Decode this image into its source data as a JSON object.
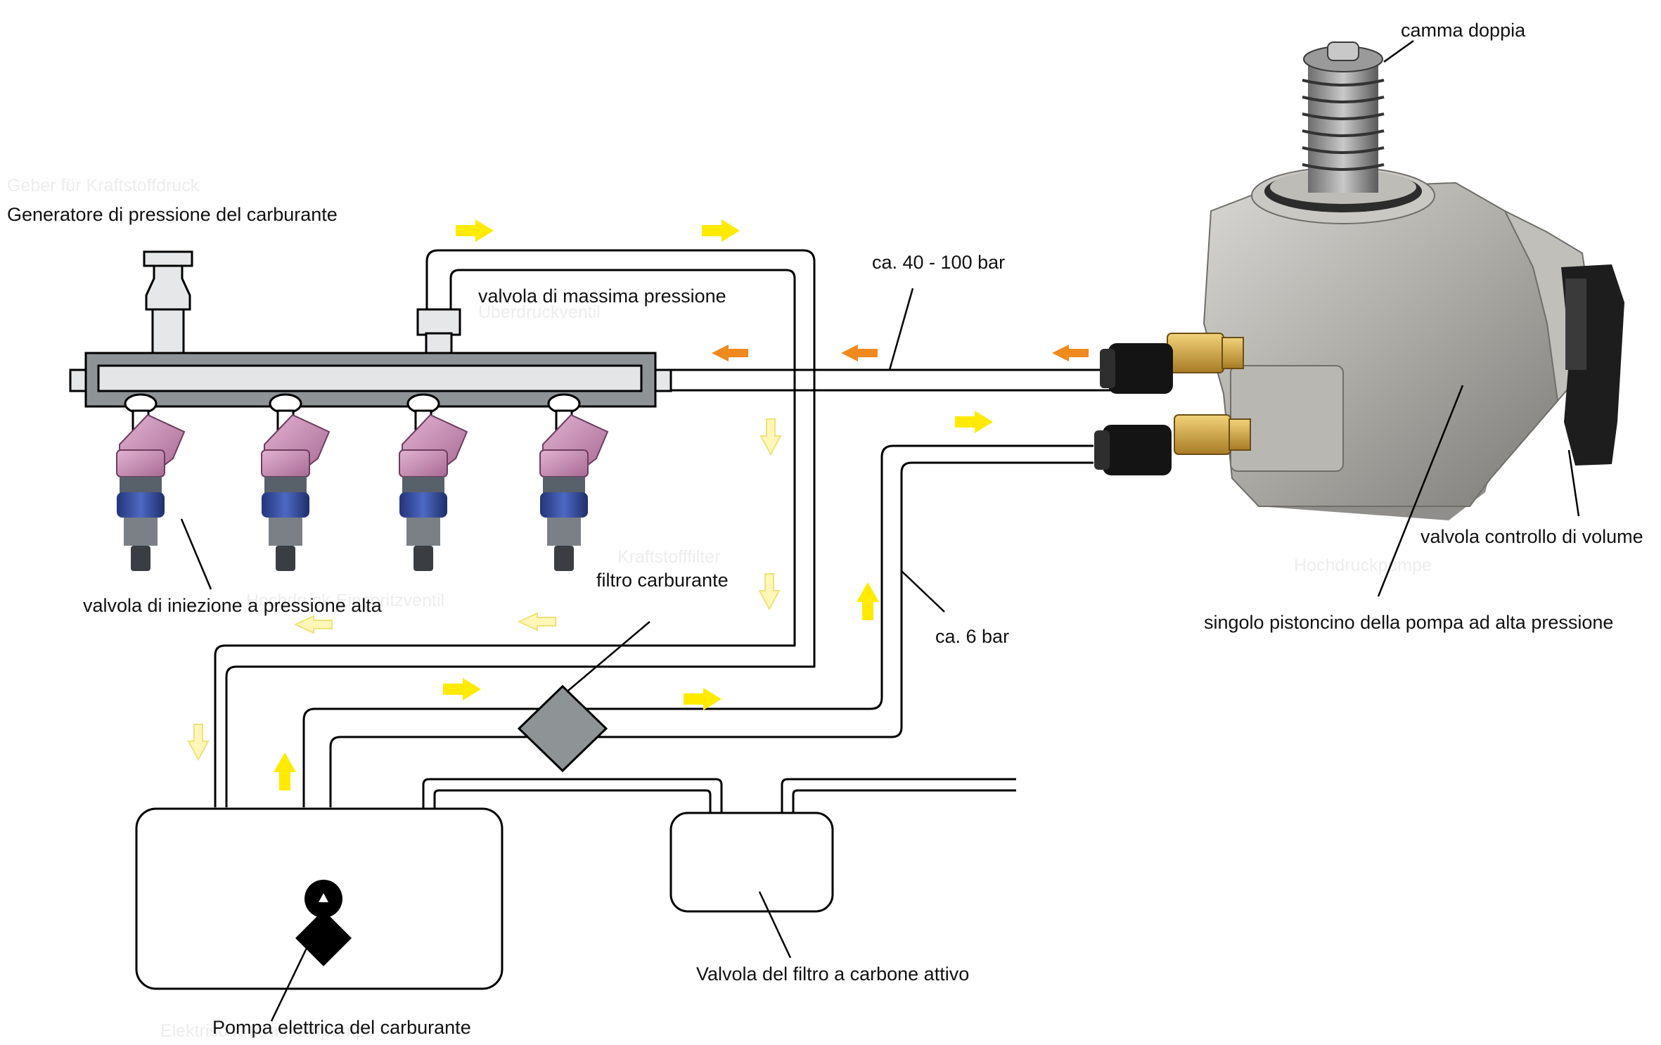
{
  "labels": {
    "fuel_pressure_sender": "Generatore di pressione del carburante",
    "pressure_relief_valve": "valvola di massima pressione",
    "high_pressure_range": "ca. 40 - 100 bar",
    "double_cam": "camma doppia",
    "volume_control_valve": "valvola controllo di volume",
    "single_piston_pump": "singolo pistoncino della pompa ad alta pressione",
    "injector": "valvola di iniezione a pressione alta",
    "fuel_filter": "filtro carburante",
    "low_pressure": "ca. 6 bar",
    "carbon_filter_valve": "Valvola del filtro a carbone attivo",
    "electric_fuel_pump": "Pompa elettrica del carburante"
  },
  "ghost_labels": {
    "sender_de": "Geber für Kraftstoffdruck",
    "relief_de": "Überdruckventil",
    "filter_de": "Kraftstofffilter",
    "pump_de": "Hochdruckpumpe",
    "injector_de": "Hochdruck-Einspritzventil",
    "electric_pump_de": "Elektrische Kraftstoffpumpe"
  },
  "colors": {
    "rail": "#8e9396",
    "rail_inner": "#e3e5e7",
    "injector_top": "#c98fb6",
    "injector_body": "#3a54a5",
    "filter": "#8e9396",
    "flow_arrow_high": "#f08a1f",
    "flow_arrow_low": "#ffea00",
    "return_arrow": "#fff3a6",
    "pump_body": "#a9a8a3"
  }
}
